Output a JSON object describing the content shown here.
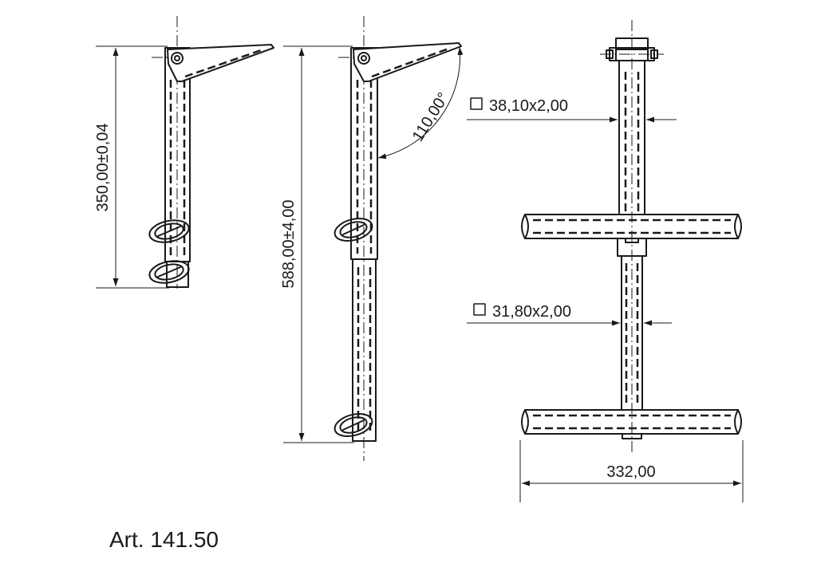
{
  "article": {
    "label": "Art. 141.50"
  },
  "dimensions": {
    "short_height": "350,00±0,04",
    "long_height": "588,00±4,00",
    "angle": "110,00°",
    "upper_tube": "38,10x2,00",
    "lower_tube": "31,80x2,00",
    "step_width": "332,00"
  },
  "symbols": {
    "square_tube": "square-profile-icon"
  }
}
